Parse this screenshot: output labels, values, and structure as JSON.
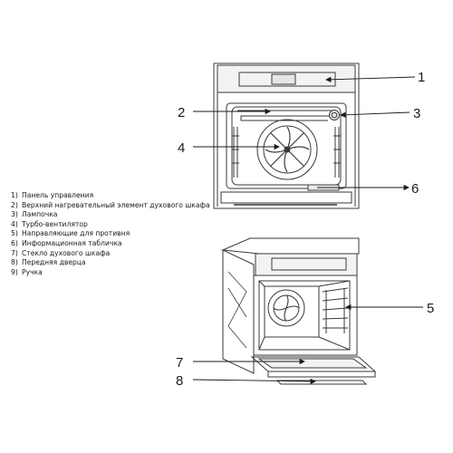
{
  "callouts": {
    "c1": "1",
    "c2": "2",
    "c3": "3",
    "c4": "4",
    "c5": "5",
    "c6": "6",
    "c7": "7",
    "c8": "8"
  },
  "legend": {
    "items": [
      {
        "num": "1)",
        "text": "Панель управления"
      },
      {
        "num": "2)",
        "text": "Верхний нагревательный элемент духового шкафа"
      },
      {
        "num": "3)",
        "text": "Лампочка"
      },
      {
        "num": "4)",
        "text": "Турбо-вентилятор"
      },
      {
        "num": "5)",
        "text": "Направляющие для противня"
      },
      {
        "num": "6)",
        "text": "Информационная табличка"
      },
      {
        "num": "7)",
        "text": "Стекло духового шкафа"
      },
      {
        "num": "8)",
        "text": "Передняя дверца"
      },
      {
        "num": "9)",
        "text": "Ручка"
      }
    ]
  },
  "colors": {
    "line": "#3a3a3a",
    "background": "#ffffff"
  }
}
